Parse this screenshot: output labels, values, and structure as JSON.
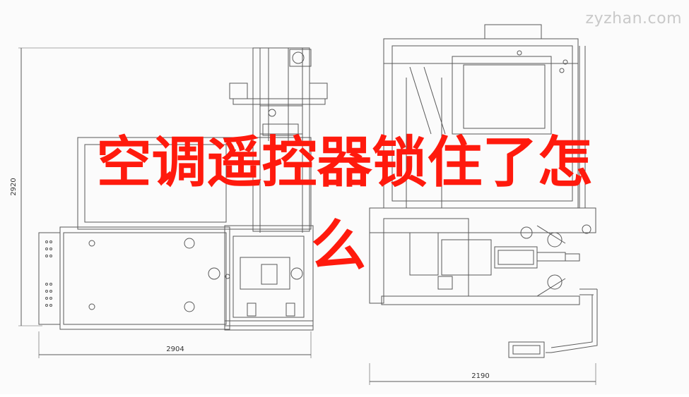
{
  "watermark": "zyzhan.com",
  "headline_lines": [
    "空调遥控器锁住了怎",
    "么"
  ],
  "dimensions": {
    "height_left": "2920",
    "width_left": "2904",
    "width_right": "2190"
  },
  "colors": {
    "headline": "#ff1a0d",
    "linework": "#5a5a5a",
    "background": "#fbfbfb"
  }
}
